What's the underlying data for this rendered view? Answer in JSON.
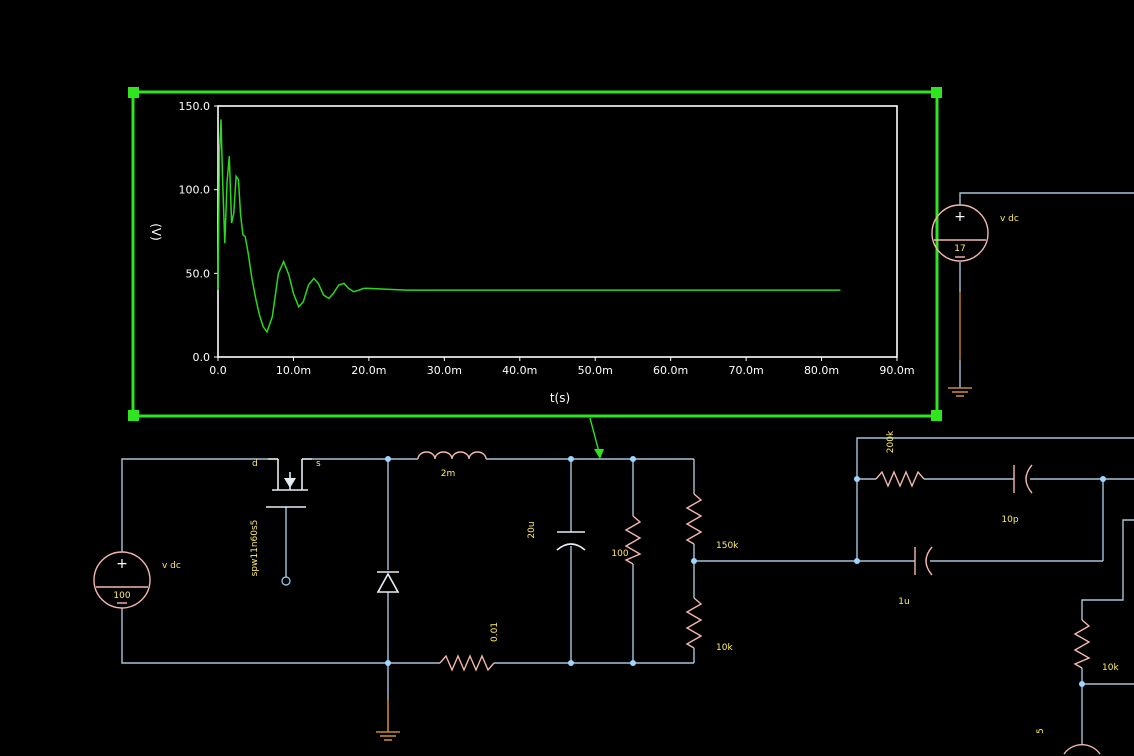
{
  "colors": {
    "background": "#000000",
    "wire": "#a7c4d8",
    "component": "#f2b8b0",
    "label": "#ffee66",
    "trace": "#2ad81e",
    "plot_frame": "#2fe51f",
    "ground": "#c98a2b"
  },
  "components": {
    "vsrc_main": {
      "type": "v dc",
      "value": "100"
    },
    "vsrc_aux": {
      "type": "v dc",
      "value": "17"
    },
    "mosfet": {
      "model": "spw11n60s5",
      "drain": "d",
      "source": "s"
    },
    "inductor": {
      "value": "2m"
    },
    "capacitor_out": {
      "value": "20u"
    },
    "resistor_load": {
      "value": "100"
    },
    "resistor_sense": {
      "value": "0.01"
    },
    "resistor_div_top": {
      "value": "150k"
    },
    "resistor_div_bot": {
      "value": "10k"
    },
    "resistor_fb": {
      "value": "200k"
    },
    "capacitor_fb1": {
      "value": "10p"
    },
    "capacitor_fb2": {
      "value": "1u"
    },
    "resistor_right": {
      "value": "10k"
    },
    "vsrc_right": {
      "value": "5"
    }
  },
  "chart_data": {
    "type": "line",
    "xlabel": "t(s)",
    "ylabel": "(V)",
    "xlim": [
      0,
      0.09
    ],
    "ylim": [
      0,
      150
    ],
    "xticks": [
      0,
      0.01,
      0.02,
      0.03,
      0.04,
      0.05,
      0.06,
      0.07,
      0.08,
      0.09
    ],
    "xtick_labels": [
      "0.0",
      "10.0m",
      "20.0m",
      "30.0m",
      "40.0m",
      "50.0m",
      "60.0m",
      "70.0m",
      "80.0m",
      "90.0m"
    ],
    "yticks": [
      0,
      50,
      100,
      150
    ],
    "ytick_labels": [
      "0.0",
      "50.0",
      "100.0",
      "150.0"
    ],
    "grid": false,
    "series": [
      {
        "x": [
          0,
          0.0002,
          0.0004,
          0.0006,
          0.0009,
          0.0012,
          0.0015,
          0.0018,
          0.0021,
          0.0024,
          0.0027,
          0.003,
          0.0033,
          0.0036,
          0.004,
          0.0045,
          0.005,
          0.0055,
          0.006,
          0.0065,
          0.0072,
          0.008,
          0.0087,
          0.0094,
          0.01,
          0.0107,
          0.0113,
          0.012,
          0.0127,
          0.0133,
          0.014,
          0.0147,
          0.0153,
          0.016,
          0.0167,
          0.0173,
          0.018,
          0.0187,
          0.0193,
          0.02,
          0.025,
          0.04,
          0.06,
          0.0825
        ],
        "y": [
          40,
          122,
          142,
          108,
          68,
          105,
          120,
          80,
          86,
          108,
          106,
          85,
          73,
          72,
          62,
          47,
          35,
          25,
          18,
          15,
          24,
          50,
          57,
          49,
          38,
          30,
          33,
          43,
          47,
          44,
          37,
          35,
          38,
          43,
          44,
          41,
          39,
          40,
          41,
          41,
          40,
          40,
          40,
          40
        ]
      }
    ]
  }
}
